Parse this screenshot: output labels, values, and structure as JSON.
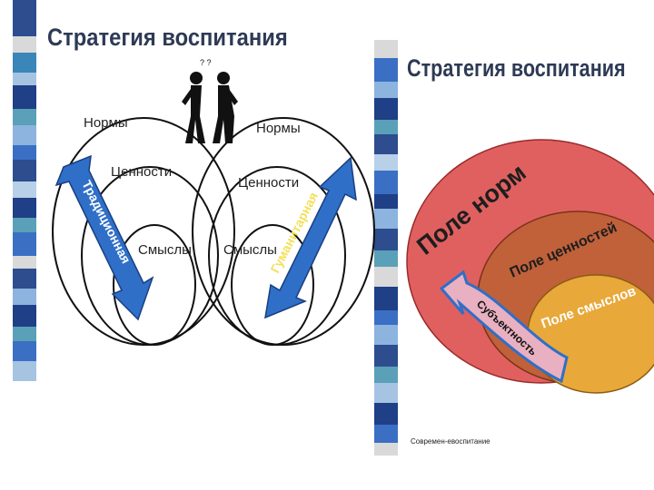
{
  "slide1": {
    "title": "Стратегия воспитания",
    "left": {
      "norms": "Нормы",
      "values": "Ценности",
      "meanings": "Смыслы",
      "arrow": "Традиционная"
    },
    "right": {
      "norms": "Нормы",
      "values": "Ценности",
      "meanings": "Смыслы",
      "arrow": "Гуманитарная"
    }
  },
  "slide2": {
    "title": "Стратегия воспитания",
    "field_norms": "Поле норм",
    "field_values": "Поле ценностей",
    "field_meanings": "Поле смыслов",
    "arrow": "Субъектность",
    "caption": "Современ-евоспитание"
  },
  "colors": {
    "strip_dark": "#1f3f86",
    "strip_mid": "#3b6fc4",
    "strip_light": "#8db3df",
    "strip_teal": "#5aa0b8",
    "arrow_blue": "#2f6fc8",
    "norms_red": "#e06060",
    "values_brown": "#c0613a",
    "meanings_orange": "#e8a83a"
  }
}
